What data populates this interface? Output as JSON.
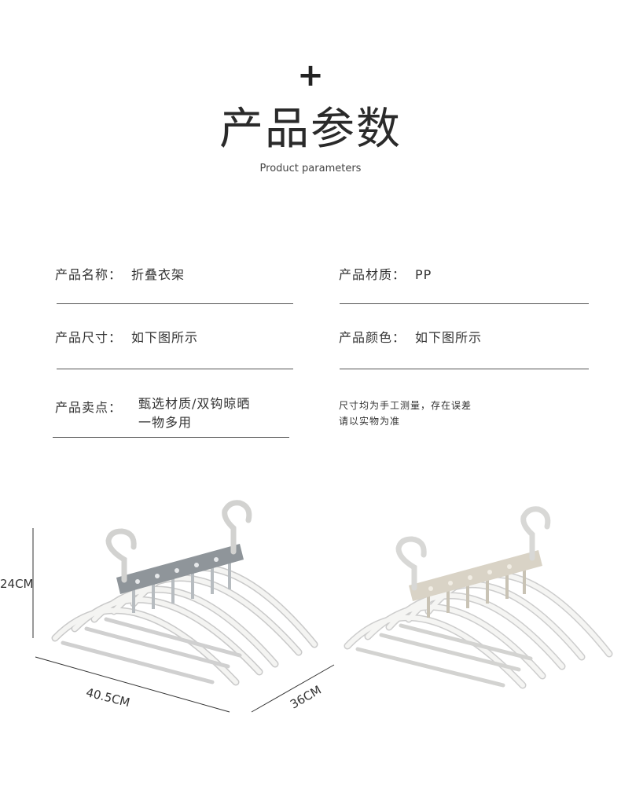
{
  "header": {
    "plus": "+",
    "title": "产品参数",
    "subtitle": "Product parameters"
  },
  "params": {
    "name_label": "产品名称：",
    "name_value": "折叠衣架",
    "material_label": "产品材质：",
    "material_value": "PP",
    "size_label": "产品尺寸：",
    "size_value": "如下图所示",
    "color_label": "产品颜色：",
    "color_value": "如下图所示",
    "selling_label": "产品卖点：",
    "selling_line1": "甄选材质/双钩晾晒",
    "selling_line2": "一物多用"
  },
  "note": {
    "line1": "尺寸均为手工测量，存在误差",
    "line2": "请以实物为准"
  },
  "dimensions": {
    "height": "24CM",
    "width": "40.5CM",
    "depth": "36CM"
  },
  "colors": {
    "gray_bar": "#8f959a",
    "beige_bar": "#d9d3c6",
    "hanger_white": "#f2f2f0",
    "outline": "#c8c8c8"
  }
}
